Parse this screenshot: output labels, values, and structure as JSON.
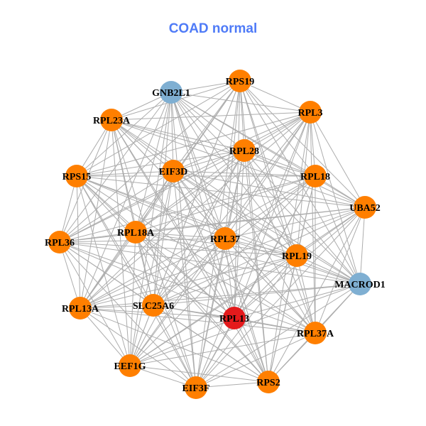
{
  "title": "COAD normal",
  "colors": {
    "title": "#4F7BF7",
    "edge": "#ADADAD",
    "hub": "#FF7F00",
    "other": "#7FAFD2",
    "target": "#E41A1C"
  },
  "nodes": [
    {
      "id": "GNB2L1",
      "type": "other"
    },
    {
      "id": "RPS19",
      "type": "hub"
    },
    {
      "id": "RPL3",
      "type": "hub"
    },
    {
      "id": "RPL23A",
      "type": "hub"
    },
    {
      "id": "RPL28",
      "type": "hub"
    },
    {
      "id": "EIF3D",
      "type": "hub"
    },
    {
      "id": "RPL18",
      "type": "hub"
    },
    {
      "id": "RPS15",
      "type": "hub"
    },
    {
      "id": "UBA52",
      "type": "hub"
    },
    {
      "id": "RPL18A",
      "type": "hub"
    },
    {
      "id": "RPL37",
      "type": "hub"
    },
    {
      "id": "RPL36",
      "type": "hub"
    },
    {
      "id": "RPL19",
      "type": "hub"
    },
    {
      "id": "MACROD1",
      "type": "other"
    },
    {
      "id": "RPL13A",
      "type": "hub"
    },
    {
      "id": "SLC25A6",
      "type": "hub"
    },
    {
      "id": "RPL13",
      "type": "target"
    },
    {
      "id": "RPL37A",
      "type": "hub"
    },
    {
      "id": "EEF1G",
      "type": "hub"
    },
    {
      "id": "RPS2",
      "type": "hub"
    },
    {
      "id": "EIF3F",
      "type": "hub"
    }
  ]
}
